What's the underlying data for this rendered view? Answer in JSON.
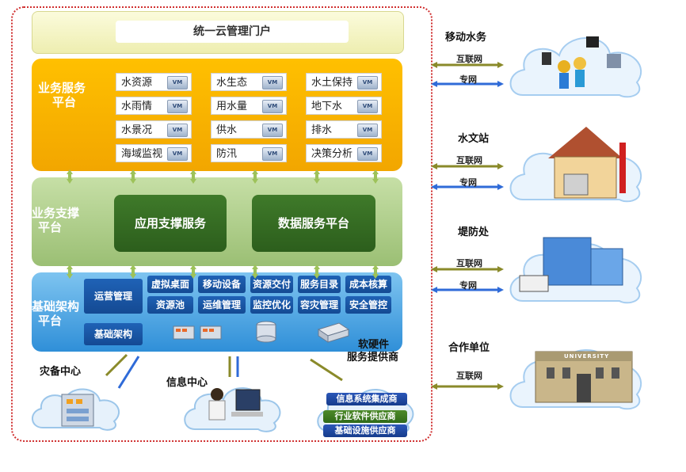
{
  "portal": {
    "title": "统一云管理门户"
  },
  "business": {
    "label_line1": "业务服务",
    "label_line2": "平台",
    "vm": "VM",
    "services": [
      "水资源",
      "水生态",
      "水土保持",
      "水雨情",
      "用水量",
      "地下水",
      "水景况",
      "供水",
      "排水",
      "海域监视",
      "防汛",
      "决策分析"
    ]
  },
  "support": {
    "label_line1": "业务支撑",
    "label_line2": "平台",
    "app_service": "应用支撑服务",
    "data_service": "数据服务平台"
  },
  "infra": {
    "label_line1": "基础架构",
    "label_line2": "平台",
    "ops_mgmt": "运营管理",
    "base_arch": "基础架构",
    "row1": [
      "虚拟桌面",
      "移动设备",
      "资源交付",
      "服务目录",
      "成本核算"
    ],
    "row2": [
      "资源池",
      "运维管理",
      "监控优化",
      "容灾管理",
      "安全管控"
    ],
    "hw_line1": "软硬件",
    "hw_line2": "服务提供商"
  },
  "bottom": {
    "backup_center": "灾备中心",
    "info_center": "信息中心",
    "providers": [
      "信息系统集成商",
      "行业软件供应商",
      "基础设施供应商"
    ]
  },
  "right": {
    "mobile": "移动水务",
    "hydro": "水文站",
    "levee": "堤防处",
    "partner": "合作单位",
    "internet": "互联网",
    "private": "专网",
    "university": "UNIVERSITY"
  },
  "colors": {
    "biz": "#f6b000",
    "support": "#9bbf74",
    "infra": "#2f8fd8",
    "dark_blue": "#144a93",
    "green_arrow": "#9ec25a"
  }
}
